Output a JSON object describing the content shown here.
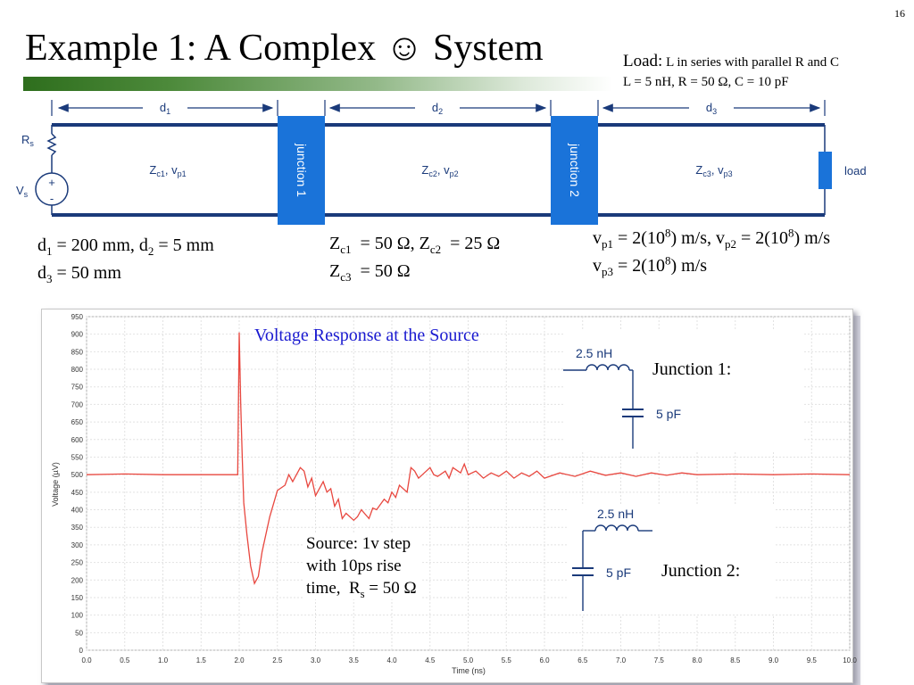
{
  "slide_number": "16",
  "title": "Example 1: A Complex ☺ System",
  "load": {
    "label": "Load:",
    "description": "L in series with parallel R and C",
    "values": "L = 5 nH, R = 50 Ω, C = 10 pF"
  },
  "diagram": {
    "segments": [
      {
        "length_label": "d",
        "length_sub": "1",
        "impedance_label": "Z",
        "impedance_sub": "c1",
        "velocity_label": "v",
        "velocity_sub": "p1"
      },
      {
        "length_label": "d",
        "length_sub": "2",
        "impedance_label": "Z",
        "impedance_sub": "c2",
        "velocity_label": "v",
        "velocity_sub": "p2"
      },
      {
        "length_label": "d",
        "length_sub": "3",
        "impedance_label": "Z",
        "impedance_sub": "c3",
        "velocity_label": "v",
        "velocity_sub": "p3"
      }
    ],
    "junction1": "junction 1",
    "junction2": "junction 2",
    "load": "load",
    "source_resistor": "R",
    "source_resistor_sub": "s",
    "source_voltage": "V",
    "source_voltage_sub": "s",
    "plus": "+",
    "minus": "-",
    "colors": {
      "line": "#1a3a7a",
      "junction": "#1a73d9"
    }
  },
  "params": {
    "lengths_line1": {
      "a": "d",
      "a_sub": "1",
      "a_val": " = 200 mm, ",
      "b": "d",
      "b_sub": "2",
      "b_val": " = 5 mm"
    },
    "lengths_line2": {
      "a": "d",
      "a_sub": "3",
      "a_val": " = 50 mm"
    },
    "impedance_line1": {
      "a": "Z",
      "a_sub": "c1",
      "a_val": "  = 50 Ω, ",
      "b": "Z",
      "b_sub": "c2",
      "b_val": "  = 25 Ω"
    },
    "impedance_line2": {
      "a": "Z",
      "a_sub": "c3",
      "a_val": "  = 50 Ω"
    },
    "velocity_line1": {
      "a": "v",
      "a_sub": "p1",
      "a_val": " = 2(10",
      "a_sup": "8",
      "a_end": ") m/s, ",
      "b": "v",
      "b_sub": "p2",
      "b_val": " = 2(10",
      "b_sup": "8",
      "b_end": ") m/s"
    },
    "velocity_line2": {
      "a": "v",
      "a_sub": "p3",
      "a_val": " = 2(10",
      "a_sup": "8",
      "a_end": ") m/s"
    }
  },
  "chart_title": "Voltage Response at the Source",
  "junction1_inset": {
    "label": "Junction 1:",
    "inductor": "2.5 nH",
    "capacitor": "5 pF"
  },
  "junction2_inset": {
    "label": "Junction 2:",
    "inductor": "2.5 nH",
    "capacitor": "5 pF"
  },
  "source_note": {
    "line1": "Source: 1v step",
    "line2": "with 10ps rise",
    "line3_pre": "time,  R",
    "line3_sub": "s",
    "line3_post": " = 50 Ω"
  },
  "chart_data": {
    "type": "line",
    "title": "Voltage Response at the Source",
    "xlabel": "Time (ns)",
    "ylabel": "Voltage (µV)",
    "xlim": [
      0,
      10
    ],
    "ylim": [
      0,
      950
    ],
    "xticks": [
      "0.0",
      "0.5",
      "1.0",
      "1.5",
      "2.0",
      "2.5",
      "3.0",
      "3.5",
      "4.0",
      "4.5",
      "5.0",
      "5.5",
      "6.0",
      "6.5",
      "7.0",
      "7.5",
      "8.0",
      "8.5",
      "9.0",
      "9.5",
      "10.0"
    ],
    "yticks": [
      "0",
      "50",
      "100",
      "150",
      "200",
      "250",
      "300",
      "350",
      "400",
      "450",
      "500",
      "550",
      "600",
      "650",
      "700",
      "750",
      "800",
      "850",
      "900",
      "950"
    ],
    "grid": true,
    "color": "#e8473f",
    "series": [
      {
        "x": [
          0,
          0.5,
          1.0,
          1.5,
          1.98,
          2.0,
          2.02,
          2.04,
          2.06,
          2.1,
          2.15,
          2.2,
          2.25,
          2.3,
          2.4,
          2.5,
          2.6,
          2.65,
          2.7,
          2.8,
          2.85,
          2.9,
          2.95,
          3.0,
          3.1,
          3.15,
          3.2,
          3.25,
          3.3,
          3.35,
          3.4,
          3.5,
          3.55,
          3.6,
          3.7,
          3.75,
          3.8,
          3.9,
          3.95,
          4.0,
          4.05,
          4.1,
          4.2,
          4.25,
          4.3,
          4.35,
          4.4,
          4.5,
          4.55,
          4.6,
          4.7,
          4.75,
          4.8,
          4.9,
          4.95,
          5.0,
          5.1,
          5.2,
          5.3,
          5.4,
          5.5,
          5.6,
          5.7,
          5.8,
          5.9,
          6.0,
          6.2,
          6.4,
          6.6,
          6.8,
          7.0,
          7.2,
          7.4,
          7.6,
          7.8,
          8.0,
          8.5,
          9.0,
          9.5,
          10.0
        ],
        "y": [
          500,
          502,
          500,
          500,
          500,
          905,
          700,
          550,
          420,
          330,
          240,
          190,
          210,
          280,
          380,
          455,
          470,
          500,
          480,
          520,
          510,
          465,
          490,
          440,
          480,
          450,
          460,
          410,
          430,
          375,
          390,
          370,
          380,
          400,
          375,
          405,
          400,
          430,
          420,
          450,
          435,
          470,
          450,
          520,
          510,
          490,
          500,
          520,
          500,
          495,
          510,
          490,
          520,
          505,
          530,
          500,
          510,
          490,
          505,
          495,
          510,
          490,
          505,
          495,
          510,
          490,
          505,
          495,
          510,
          498,
          505,
          495,
          505,
          498,
          505,
          500,
          502,
          500,
          502,
          500
        ]
      }
    ]
  }
}
